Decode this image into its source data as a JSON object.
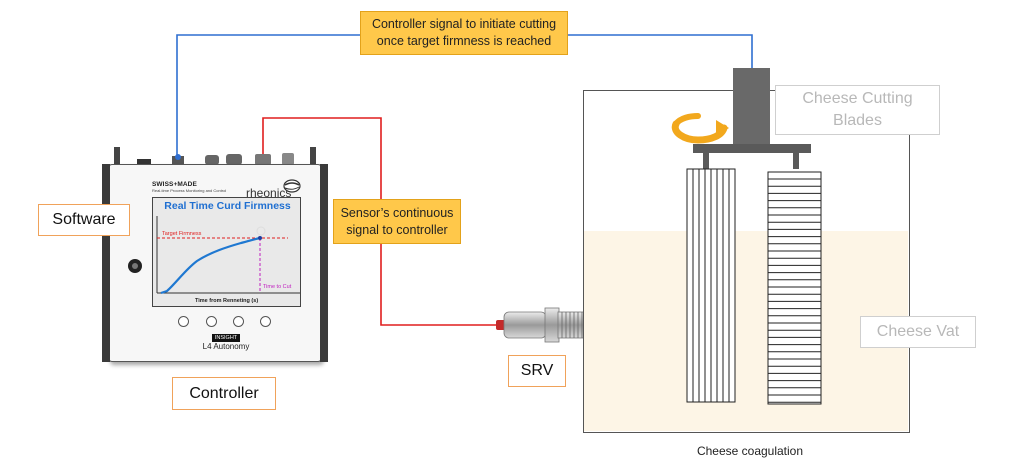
{
  "callouts": {
    "controller_signal_line1": "Controller signal to initiate cutting",
    "controller_signal_line2": "once target firmness is reached",
    "sensor_signal_line1": "Sensor’s continuous",
    "sensor_signal_line2": "signal to controller"
  },
  "labels": {
    "software": "Software",
    "controller": "Controller",
    "srv": "SRV",
    "cutting_blades_line1": "Cheese Cutting",
    "cutting_blades_line2": "Blades",
    "cheese_vat": "Cheese Vat",
    "caption": "Cheese coagulation"
  },
  "controller_device": {
    "maker_mark": "SWISS+MADE",
    "maker_sub": "Real-time Process Monitoring and Control",
    "brand": "rheonics",
    "screen_title": "Real Time Curd Firmness",
    "target_firmness_label": "Target Firmness",
    "time_to_cut_label": "Time to Cut",
    "x_axis_label": "Time from Renneting (s)",
    "badge": "INSIGHT",
    "model": "L4 Autonomy"
  },
  "colors": {
    "signal_wire_blue": "#2f6fd1",
    "signal_wire_red": "#e01e1e",
    "callout_fill": "#ffc84a",
    "label_border_orange": "#f0a25a",
    "rotation_arrow": "#f2a81d",
    "vat_fill": "#fdf5e6",
    "curve_blue": "#1f78d1",
    "target_line_red": "#e02020",
    "time_line_magenta": "#c020c0"
  }
}
